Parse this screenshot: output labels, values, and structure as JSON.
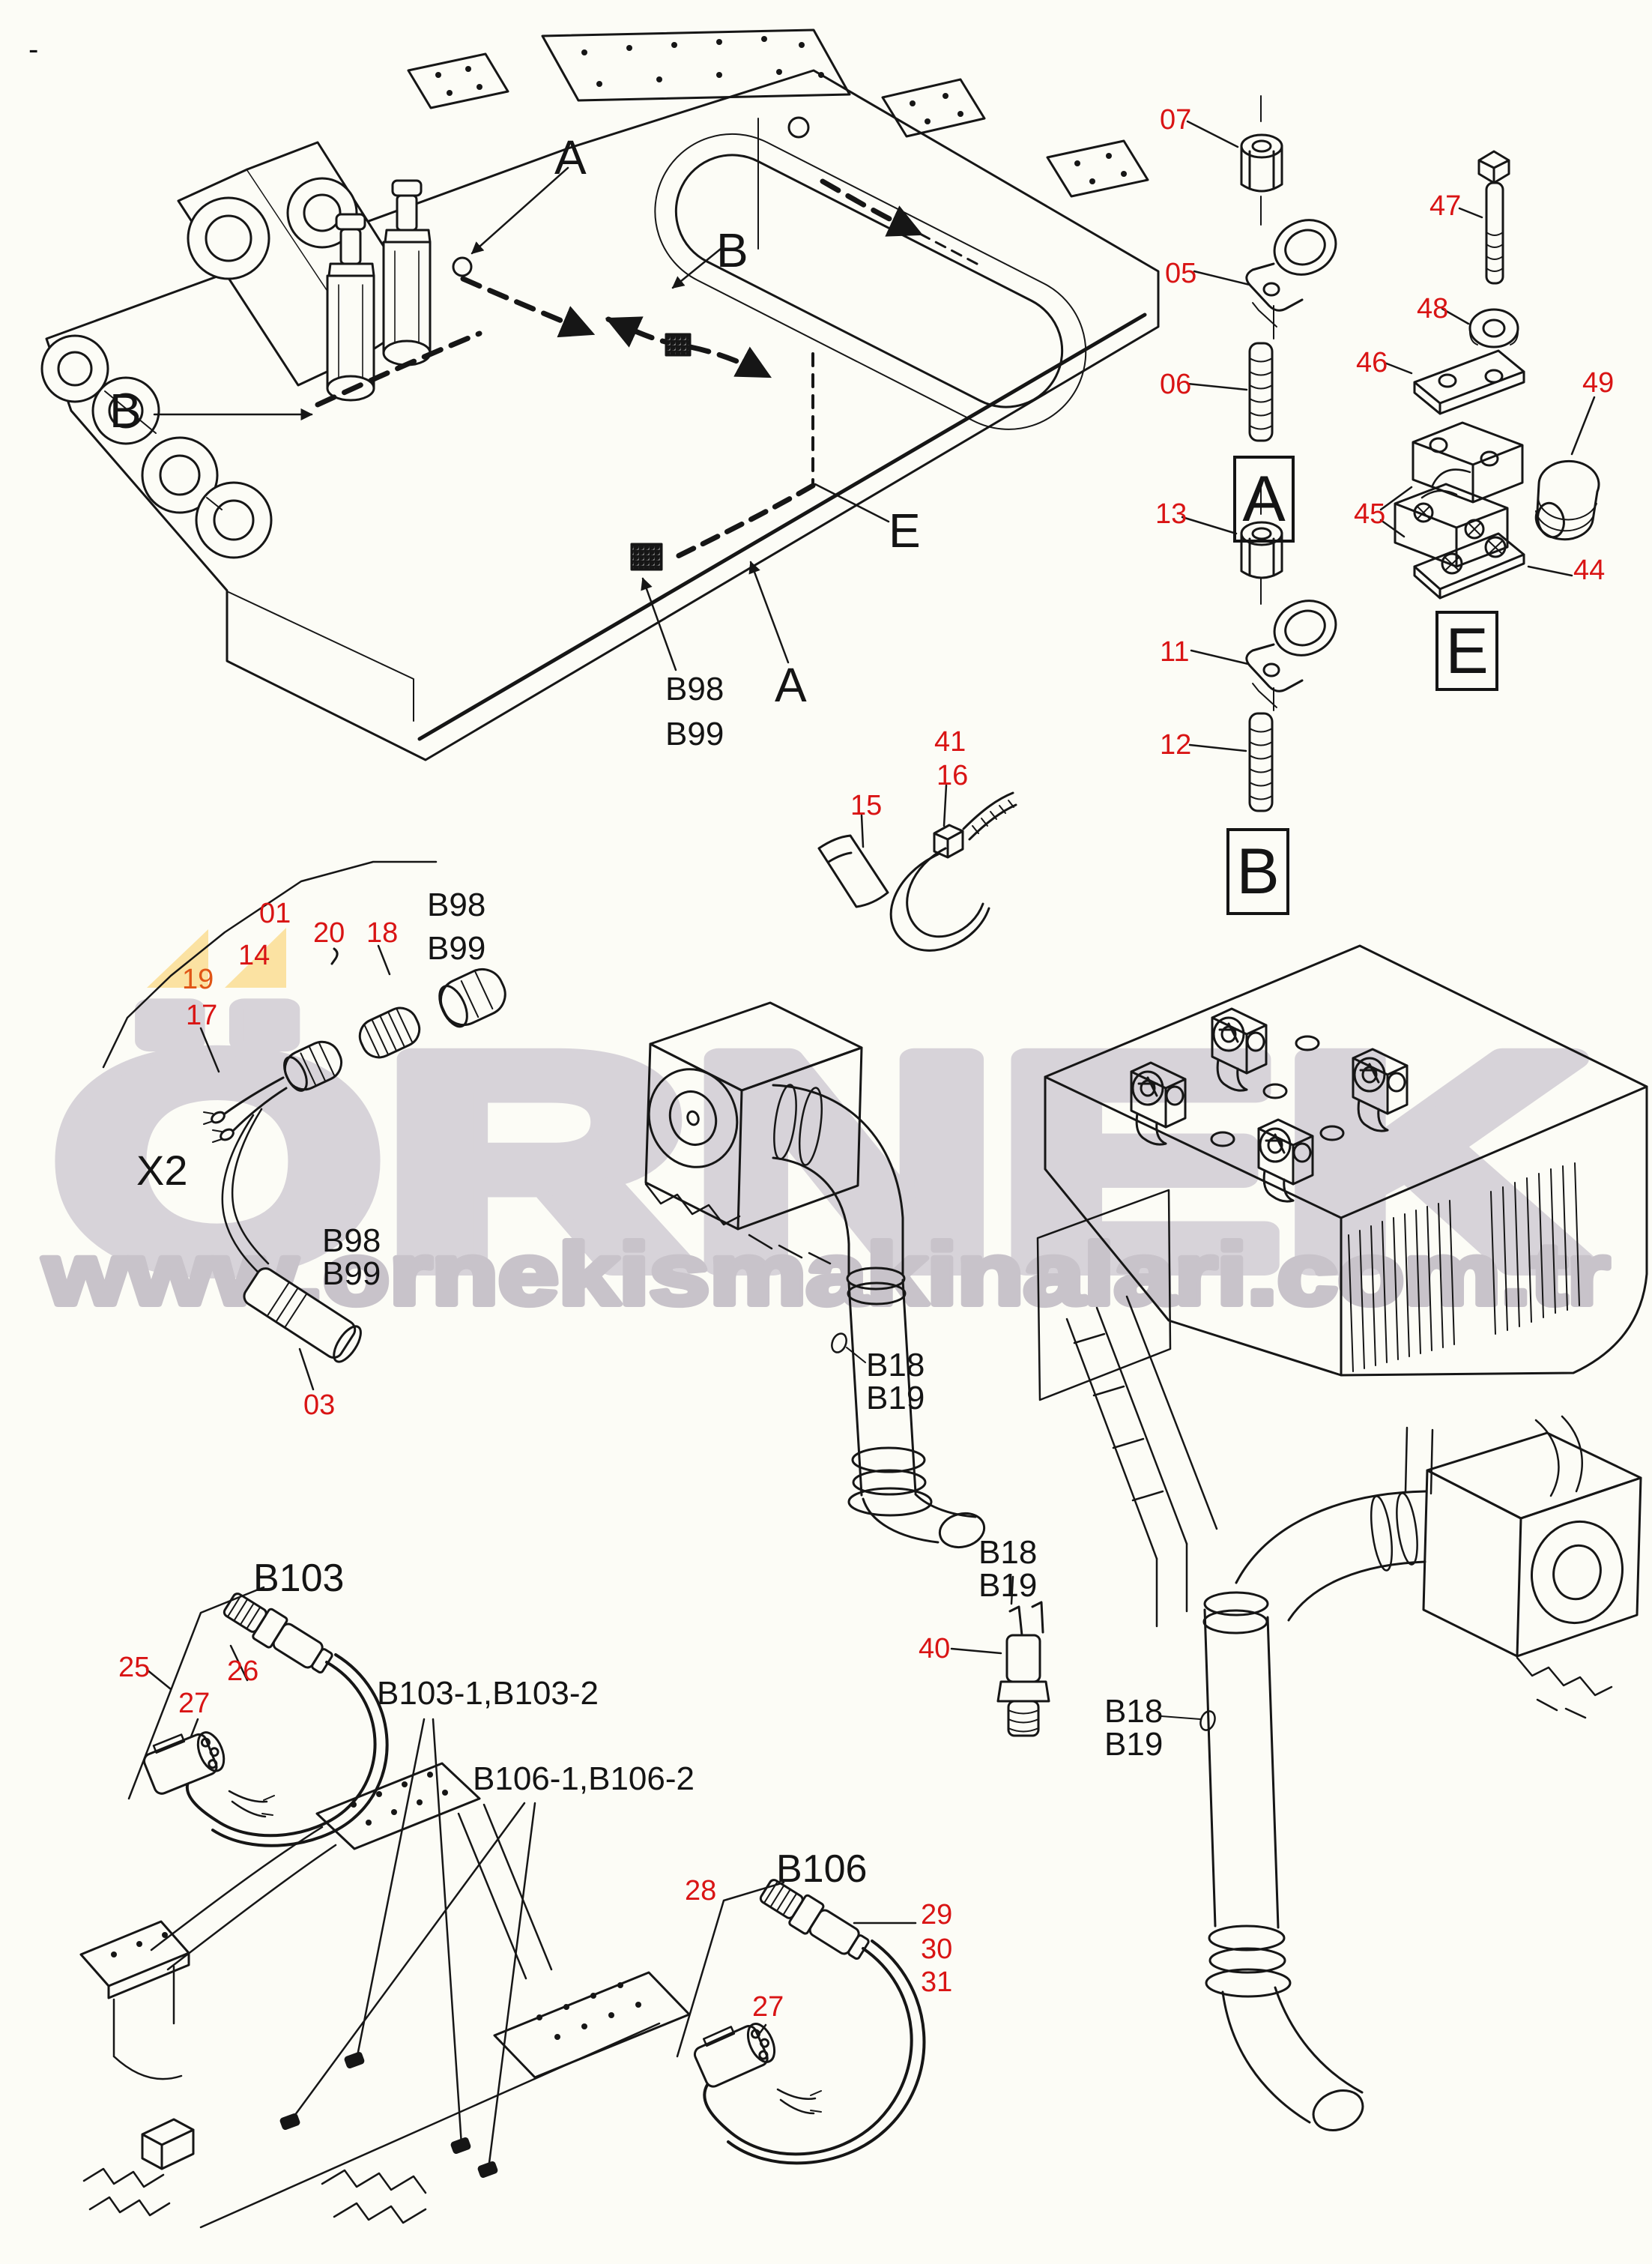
{
  "watermark": {
    "brand": "ÖRNEK",
    "url": "www.ornekismakinalari.com.tr",
    "brand_color": "#d7d3d9",
    "url_color": "#c8c3ca"
  },
  "colors": {
    "callout_red": "#d91414",
    "label_black": "#141414",
    "highlight_orange": "#fbe2a2",
    "line": "#161616"
  },
  "red_callouts": [
    "07",
    "05",
    "06",
    "13",
    "11",
    "12",
    "47",
    "48",
    "46",
    "49",
    "45",
    "44",
    "41",
    "16",
    "15",
    "01",
    "20",
    "18",
    "14",
    "19",
    "17",
    "03",
    "25",
    "26",
    "27",
    "28",
    "29",
    "30",
    "31",
    "27",
    "40"
  ],
  "black_labels": [
    "A",
    "B",
    "B",
    "E",
    "A",
    "B98",
    "B99",
    "B98",
    "B99",
    "X2",
    "B98",
    "B99",
    "B18",
    "B19",
    "B103",
    "B103-1,B103-2",
    "B106-1,B106-2",
    "B18",
    "B19",
    "B18",
    "B19",
    "B106",
    "-"
  ],
  "boxed_letters": [
    "A",
    "B",
    "E"
  ]
}
